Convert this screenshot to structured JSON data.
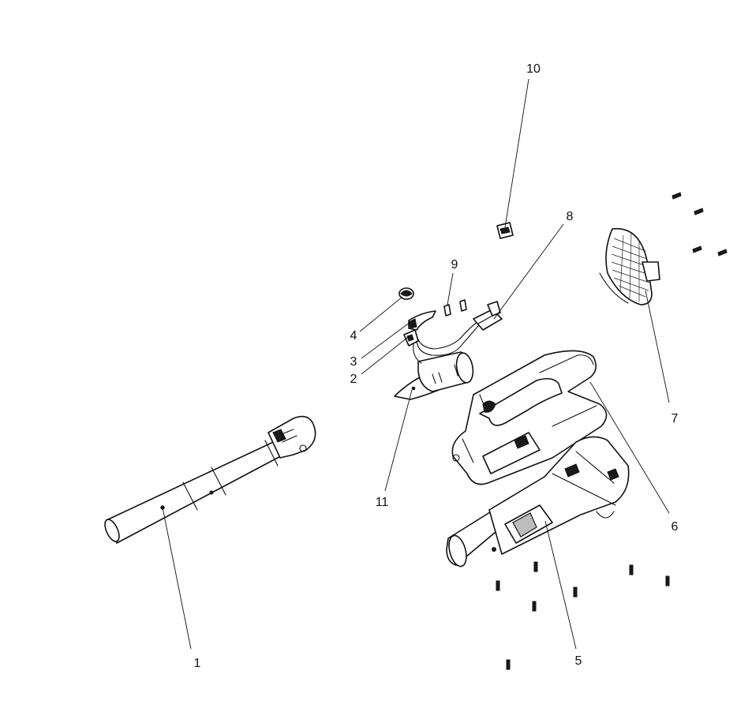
{
  "callouts": [
    {
      "id": "1",
      "label": "1"
    },
    {
      "id": "2",
      "label": "2"
    },
    {
      "id": "3",
      "label": "3"
    },
    {
      "id": "4",
      "label": "4"
    },
    {
      "id": "5",
      "label": "5"
    },
    {
      "id": "6",
      "label": "6"
    },
    {
      "id": "7",
      "label": "7"
    },
    {
      "id": "8",
      "label": "8"
    },
    {
      "id": "9",
      "label": "9"
    },
    {
      "id": "10",
      "label": "10"
    },
    {
      "id": "11",
      "label": "11"
    }
  ],
  "colors": {
    "line": "#111111",
    "background": "#ffffff",
    "shade": "#bdbdbd"
  }
}
